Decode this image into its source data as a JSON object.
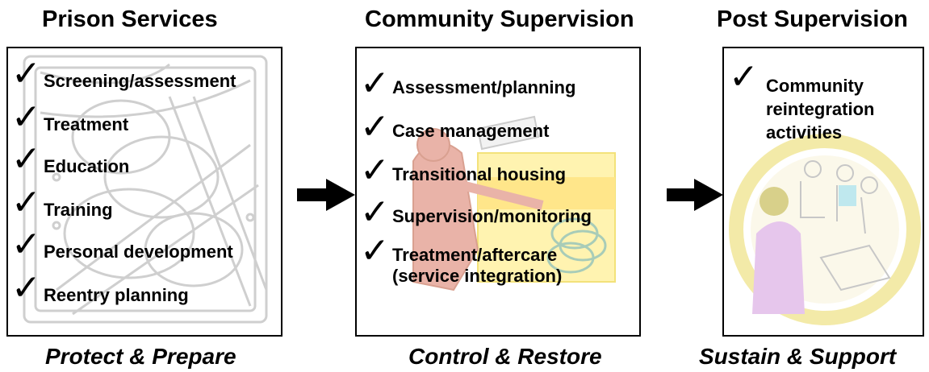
{
  "stages": [
    {
      "title": "Prison Services",
      "footer": "Protect & Prepare",
      "items": [
        "Screening/assessment",
        "Treatment",
        "Education",
        "Training",
        "Personal development",
        "Reentry planning"
      ]
    },
    {
      "title": "Community Supervision",
      "footer": "Control & Restore",
      "items": [
        "Assessment/planning",
        "Case management",
        "Transitional housing",
        "Supervision/monitoring",
        "Treatment/aftercare",
        "(service integration)"
      ]
    },
    {
      "title": "Post Supervision",
      "footer": "Sustain & Support",
      "items": [
        "Community",
        "reintegration",
        "activities"
      ]
    }
  ],
  "check_icon": "✓"
}
